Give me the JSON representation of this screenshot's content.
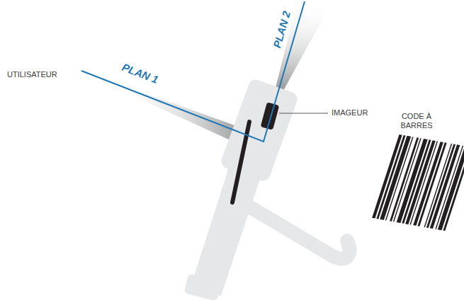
{
  "diagram": {
    "labels": [
      "UTILISATEUR",
      "PLAN 1",
      "PLAN 2",
      "IMAGEUR",
      "CODE À BARRES"
    ]
  }
}
